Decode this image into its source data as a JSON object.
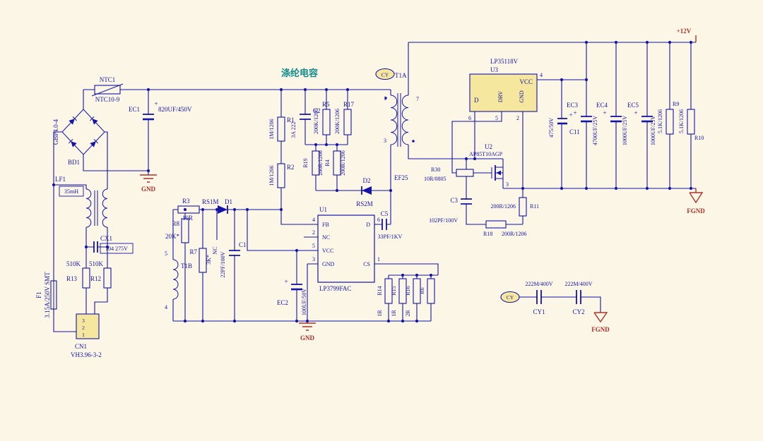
{
  "colors": {
    "wire": "#1414A8",
    "net_red": "#B03028",
    "note_teal": "#0E8C8C",
    "part_fill": "#F5E79E",
    "background": "#FCF6E6"
  },
  "labels": {
    "plus": "+",
    "v12": "+12V",
    "film_note": "涤纶电容",
    "ntc1_ref": "NTC1",
    "ntc1_val": "NTC10-9",
    "bd1_ref": "BD1",
    "bd1_val": "GBP4.0-4",
    "ec1_ref": "EC1",
    "ec1_val": "820UF/450V",
    "gnd_a": "GND",
    "lf1_ref": "LF1",
    "lf1_val": "35mH",
    "cx1_ref": "CX1",
    "cx1_val": "104 275V",
    "r13_ref": "R13",
    "r13_val": "510K",
    "r12_ref": "R12",
    "r12_val": "510K",
    "f1_ref": "F1",
    "f1_val": "3.15A/250V SMT",
    "cn1_ref": "CN1",
    "cn1_val": "VH3.96-3-2",
    "cn1_p1": "1",
    "cn1_p2": "2",
    "cn1_p3": "3",
    "r1_ref": "R1",
    "r1_val": "1M/1206",
    "r2_ref": "R2",
    "r2_val": "1M/1206",
    "c2_ref": "C2",
    "c2_val": "3A 222",
    "r5_ref": "R5",
    "r5_val": "200K/1206",
    "r17_ref": "R17",
    "r17_val": "200K/1206",
    "r19_ref": "R19",
    "r19_val": "200R/1206",
    "r4_ref": "R4",
    "r4_val": "200R/1206",
    "d2_ref": "D2",
    "d2_val": "RS2M",
    "cy_top": "CY",
    "t1a_ref": "T1A",
    "t1a_p1": "1",
    "t1a_p3": "3",
    "t1a_p7": "7",
    "core_val": "EF25",
    "r3_ref": "R3",
    "r3_val": "10R",
    "d1_ref": "D1",
    "d1_val": "RS1M",
    "r8_ref": "R8",
    "r8_val": "20K*",
    "r7_ref": "R7",
    "r7_val": "3K*",
    "nc_note": "NC",
    "c1_ref": "C1",
    "c1_val": "22PF/100V",
    "t1b_ref": "T1B",
    "t1b_p5": "5",
    "t1b_p4": "4",
    "u1_ref": "U1",
    "u1_part": "LP3799FAC",
    "u1_fb": "FB",
    "u1_nc": "NC",
    "u1_vcc": "VCC",
    "u1_gnd": "GND",
    "u1_d": "D",
    "u1_cs": "CS",
    "u1_n4": "4",
    "u1_n2": "2",
    "u1_n5": "5",
    "u1_n3": "3",
    "u1_n6": "6",
    "u1_n1": "1",
    "c5_ref": "C5",
    "c5_val": "33PF/1KV",
    "ec2_ref": "EC2",
    "ec2_val": "100UF/50V",
    "gnd_b": "GND",
    "r14_ref": "R14",
    "r14_val": "1R",
    "r15_ref": "R15",
    "r15_val": "1R",
    "r16_ref": "R16",
    "r16_val": "2R",
    "r6_ref": "R6",
    "r30_ref": "R30",
    "r30_val": "10R/0805",
    "u2_ref": "U2",
    "u2_part": "AP85T10AGP",
    "u2_p3": "3",
    "u3_part": "LP35118V",
    "u3_ref": "U3",
    "u3_d": "D",
    "u3_drv": "DRV",
    "u3_vcc": "VCC",
    "u3_gnd": "GND",
    "u3_n4": "4",
    "u3_n6": "6",
    "u3_n5": "5",
    "u3_n2": "2",
    "c3_ref": "C3",
    "c3_val": "102PF/100V",
    "r18_ref": "R18",
    "r18_val": "200R/1206",
    "r11_ref": "R11",
    "r11_val": "200R/1206",
    "c11_ref": "C11",
    "c11_val": "475/50V",
    "ec3_ref": "EC3",
    "ec3_val": "4700UF/25V",
    "ec4_ref": "EC4",
    "ec4_val": "1000UF/25V",
    "ec5_ref": "EC5",
    "ec5_val": "1000UF/25V",
    "r9_ref": "R9",
    "r9_val": "5.1K/1206",
    "r10_ref": "R10",
    "r10_val": "5.1K/1206",
    "fgnd_a": "FGND",
    "cy_bottom": "CY",
    "cy1_ref": "CY1",
    "cy1_val": "222M/400V",
    "cy2_ref": "CY2",
    "cy2_val": "222M/400V",
    "fgnd_b": "FGND"
  }
}
